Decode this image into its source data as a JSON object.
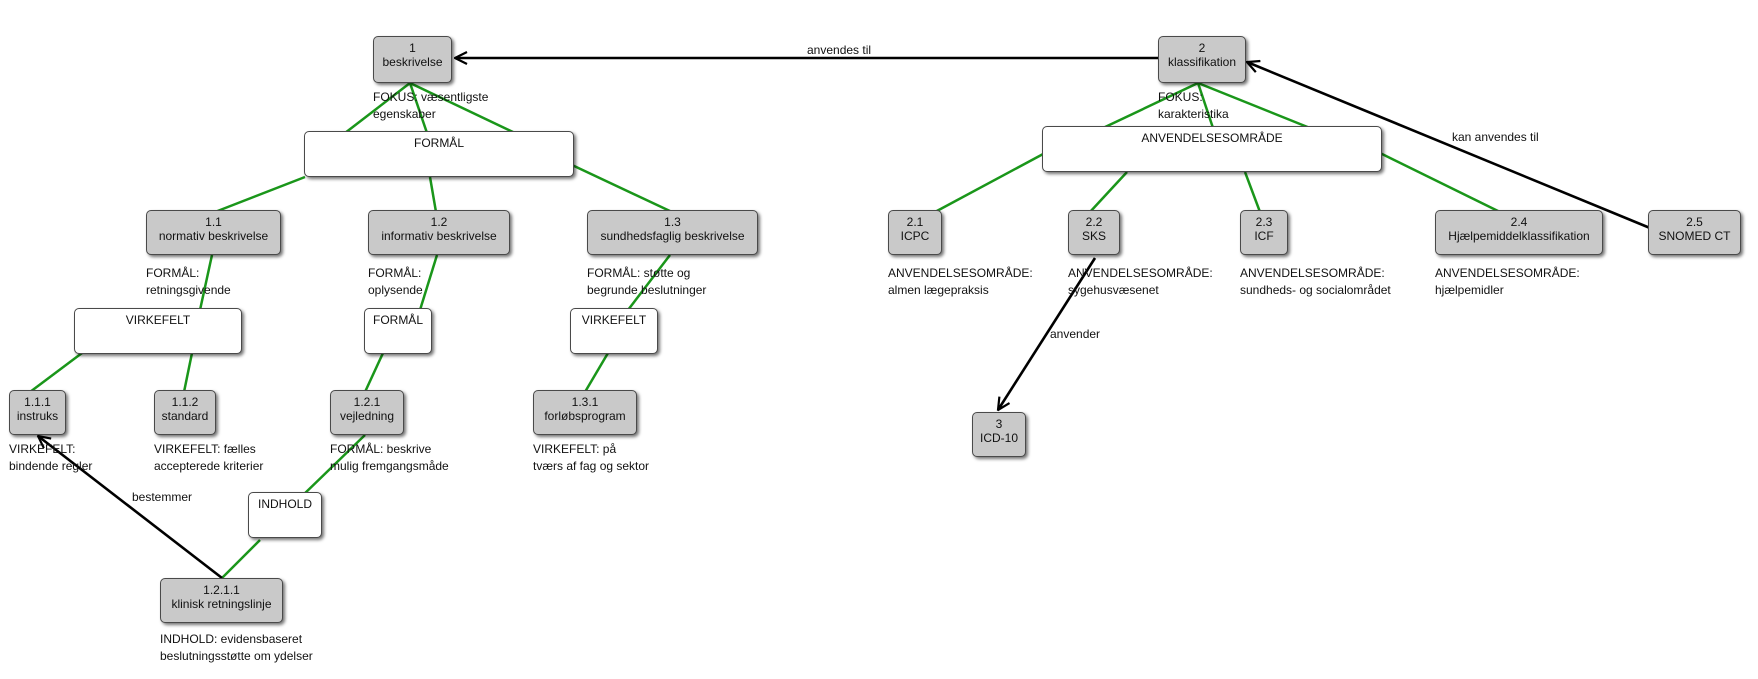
{
  "nodes": {
    "n1": {
      "id": "1",
      "label": "beskrivelse"
    },
    "n2": {
      "id": "2",
      "label": "klassifikation"
    },
    "n11": {
      "id": "1.1",
      "label": "normativ beskrivelse"
    },
    "n12": {
      "id": "1.2",
      "label": "informativ beskrivelse"
    },
    "n13": {
      "id": "1.3",
      "label": "sundhedsfaglig beskrivelse"
    },
    "n111": {
      "id": "1.1.1",
      "label": "instruks"
    },
    "n112": {
      "id": "1.1.2",
      "label": "standard"
    },
    "n121": {
      "id": "1.2.1",
      "label": "vejledning"
    },
    "n131": {
      "id": "1.3.1",
      "label": "forløbsprogram"
    },
    "n1211": {
      "id": "1.2.1.1",
      "label": "klinisk retningslinje"
    },
    "n21": {
      "id": "2.1",
      "label": "ICPC"
    },
    "n22": {
      "id": "2.2",
      "label": "SKS"
    },
    "n23": {
      "id": "2.3",
      "label": "ICF"
    },
    "n24": {
      "id": "2.4",
      "label": "Hjælpemiddelklassifikation"
    },
    "n25": {
      "id": "2.5",
      "label": "SNOMED CT"
    },
    "n3": {
      "id": "3",
      "label": "ICD-10"
    }
  },
  "boxes": {
    "b_formaal_top": "FORMÅL",
    "b_anvend": "ANVENDELSESOMRÅDE",
    "b_virk1": "VIRKEFELT",
    "b_formaal2": "FORMÅL",
    "b_virk3": "VIRKEFELT",
    "b_indhold": "INDHOLD"
  },
  "labels": {
    "l_fokus1": {
      "line1": "FOKUS: væsentligste",
      "line2": "egenskaber"
    },
    "l_fokus2": {
      "line1": "FOKUS:",
      "line2": "karakteristika"
    },
    "l_f11": {
      "line1": "FORMÅL:",
      "line2": "retningsgivende"
    },
    "l_f12": {
      "line1": "FORMÅL:",
      "line2": "oplysende"
    },
    "l_f13": {
      "line1": "FORMÅL: støtte og",
      "line2": "begrunde beslutninger"
    },
    "l_v111": {
      "line1": "VIRKEFELT:",
      "line2": "bindende regler"
    },
    "l_v112": {
      "line1": "VIRKEFELT: fælles",
      "line2": "accepterede kriterier"
    },
    "l_f121": {
      "line1": "FORMÅL: beskrive",
      "line2": "mulig fremgangsmåde"
    },
    "l_v131": {
      "line1": "VIRKEFELT: på",
      "line2": "tværs af fag og sektor"
    },
    "l_i1211": {
      "line1": "INDHOLD: evidensbaseret",
      "line2": "beslutningsstøtte om ydelser"
    },
    "l_a21": {
      "line1": "ANVENDELSESOMRÅDE:",
      "line2": "almen lægepraksis"
    },
    "l_a22": {
      "line1": "ANVENDELSESOMRÅDE:",
      "line2": "sygehusvæsenet"
    },
    "l_a23": {
      "line1": "ANVENDELSESOMRÅDE:",
      "line2": "sundheds- og socialområdet"
    },
    "l_a24": {
      "line1": "ANVENDELSESOMRÅDE:",
      "line2": "hjælpemidler"
    }
  },
  "edge_labels": {
    "e_anvendes_til": "anvendes til",
    "e_kan_anvendes_til": "kan anvendes til",
    "e_anvender": "anvender",
    "e_bestemmer": "bestemmer"
  },
  "colors": {
    "link": "#1a961a",
    "relation": "#000000",
    "node_fill": "#c9c9c9"
  }
}
